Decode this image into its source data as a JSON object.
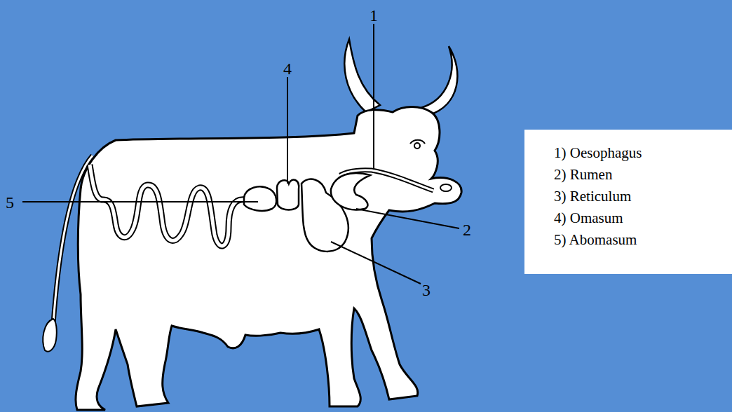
{
  "diagram": {
    "nodes": [
      {
        "text": [
          "1) Oesophagus",
          "2) Rumen",
          "3) Reticulum",
          "4) Omasum",
          "5) Abomasum"
        ]
      }
    ],
    "labels": [
      "1",
      "4",
      "5",
      "2",
      "3"
    ]
  }
}
